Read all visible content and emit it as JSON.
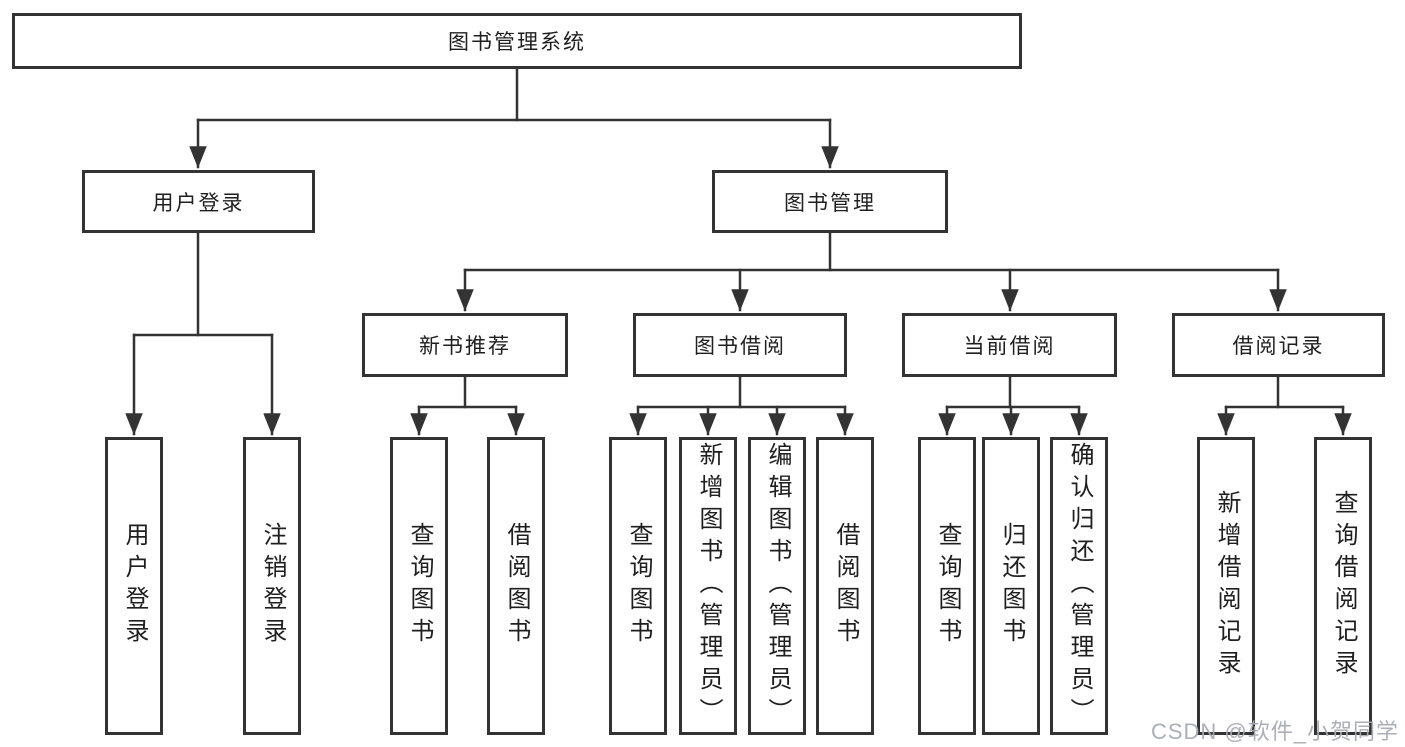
{
  "diagram": {
    "title": "图书管理系统",
    "watermark": "CSDN @软件_小贺同学",
    "colors": {
      "line": "#333333",
      "box_border": "#333333",
      "text": "#1f1f1f",
      "background": "#ffffff",
      "watermark": "#a6abb3"
    },
    "nodes": {
      "root": {
        "label": "图书管理系统"
      },
      "user_login": {
        "label": "用户登录"
      },
      "book_mgmt": {
        "label": "图书管理"
      },
      "new_book_rec": {
        "label": "新书推荐"
      },
      "book_borrow": {
        "label": "图书借阅"
      },
      "current_borrow": {
        "label": "当前借阅"
      },
      "borrow_records": {
        "label": "借阅记录"
      },
      "leaf_login": {
        "label": "用户登录"
      },
      "leaf_logout": {
        "label": "注销登录"
      },
      "leaf_rec_query": {
        "label": "查询图书"
      },
      "leaf_rec_borrow": {
        "label": "借阅图书"
      },
      "leaf_bb_query": {
        "label": "查询图书"
      },
      "leaf_bb_add": {
        "label": "新增图书（管理员）"
      },
      "leaf_bb_edit": {
        "label": "编辑图书（管理员）"
      },
      "leaf_bb_borrow": {
        "label": "借阅图书"
      },
      "leaf_cb_query": {
        "label": "查询图书"
      },
      "leaf_cb_return": {
        "label": "归还图书"
      },
      "leaf_cb_confirm": {
        "label": "确认归还（管理员）"
      },
      "leaf_br_add": {
        "label": "新增借阅记录"
      },
      "leaf_br_query": {
        "label": "查询借阅记录"
      }
    },
    "edges": [
      "图书管理系统 → 用户登录",
      "图书管理系统 → 图书管理",
      "用户登录 → 用户登录",
      "用户登录 → 注销登录",
      "图书管理 → 新书推荐",
      "图书管理 → 图书借阅",
      "图书管理 → 当前借阅",
      "图书管理 → 借阅记录",
      "新书推荐 → 查询图书",
      "新书推荐 → 借阅图书",
      "图书借阅 → 查询图书",
      "图书借阅 → 新增图书（管理员）",
      "图书借阅 → 编辑图书（管理员）",
      "图书借阅 → 借阅图书",
      "当前借阅 → 查询图书",
      "当前借阅 → 归还图书",
      "当前借阅 → 确认归还（管理员）",
      "借阅记录 → 新增借阅记录",
      "借阅记录 → 查询借阅记录"
    ]
  }
}
